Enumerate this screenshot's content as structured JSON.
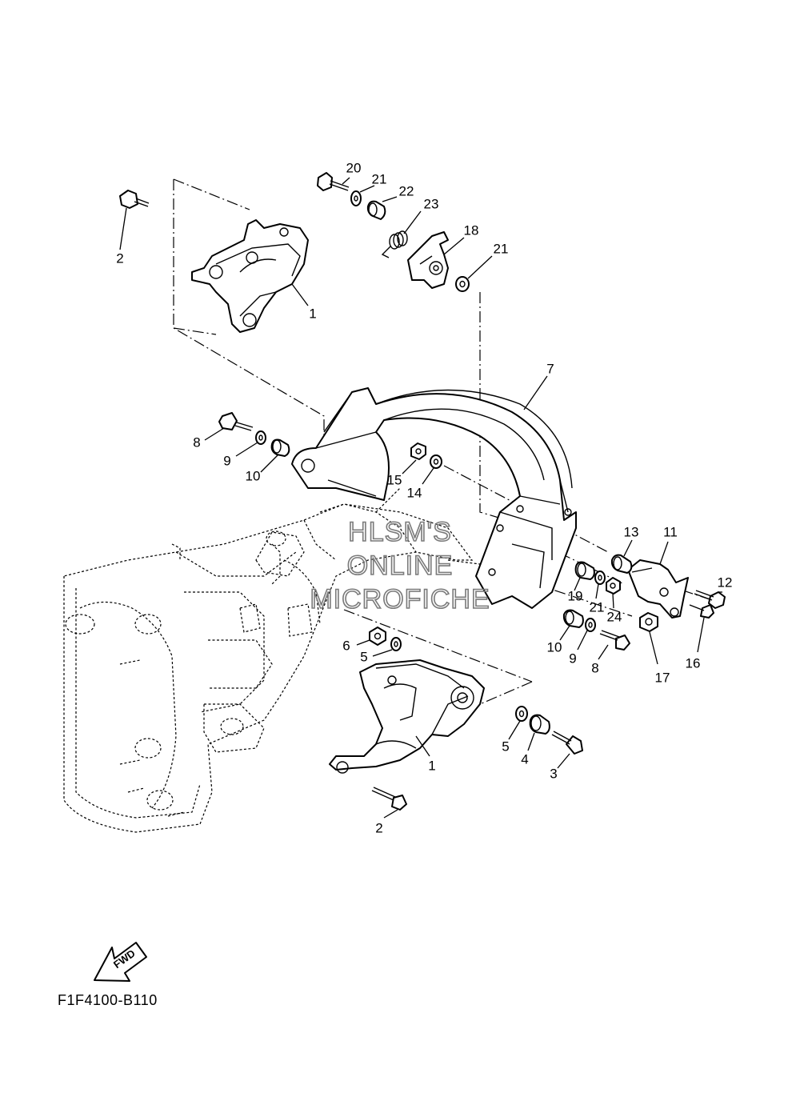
{
  "diagram_code": "F1F4100-B110",
  "fwd_label": "FWD",
  "watermark": [
    "HLSM'S",
    "ONLINE",
    "MICROFICHE"
  ],
  "callouts": [
    {
      "id": "c1a",
      "text": "1"
    },
    {
      "id": "c1b",
      "text": "1"
    },
    {
      "id": "c2a",
      "text": "2"
    },
    {
      "id": "c2b",
      "text": "2"
    },
    {
      "id": "c3",
      "text": "3"
    },
    {
      "id": "c4",
      "text": "4"
    },
    {
      "id": "c5a",
      "text": "5"
    },
    {
      "id": "c5b",
      "text": "5"
    },
    {
      "id": "c6",
      "text": "6"
    },
    {
      "id": "c7",
      "text": "7"
    },
    {
      "id": "c8a",
      "text": "8"
    },
    {
      "id": "c8b",
      "text": "8"
    },
    {
      "id": "c9a",
      "text": "9"
    },
    {
      "id": "c9b",
      "text": "9"
    },
    {
      "id": "c10a",
      "text": "10"
    },
    {
      "id": "c10b",
      "text": "10"
    },
    {
      "id": "c11",
      "text": "11"
    },
    {
      "id": "c12",
      "text": "12"
    },
    {
      "id": "c13",
      "text": "13"
    },
    {
      "id": "c14",
      "text": "14"
    },
    {
      "id": "c15",
      "text": "15"
    },
    {
      "id": "c16",
      "text": "16"
    },
    {
      "id": "c17",
      "text": "17"
    },
    {
      "id": "c18",
      "text": "18"
    },
    {
      "id": "c19",
      "text": "19"
    },
    {
      "id": "c20",
      "text": "20"
    },
    {
      "id": "c21a",
      "text": "21"
    },
    {
      "id": "c21b",
      "text": "21"
    },
    {
      "id": "c21c",
      "text": "21"
    },
    {
      "id": "c22",
      "text": "22"
    },
    {
      "id": "c23",
      "text": "23"
    },
    {
      "id": "c24",
      "text": "24"
    }
  ]
}
